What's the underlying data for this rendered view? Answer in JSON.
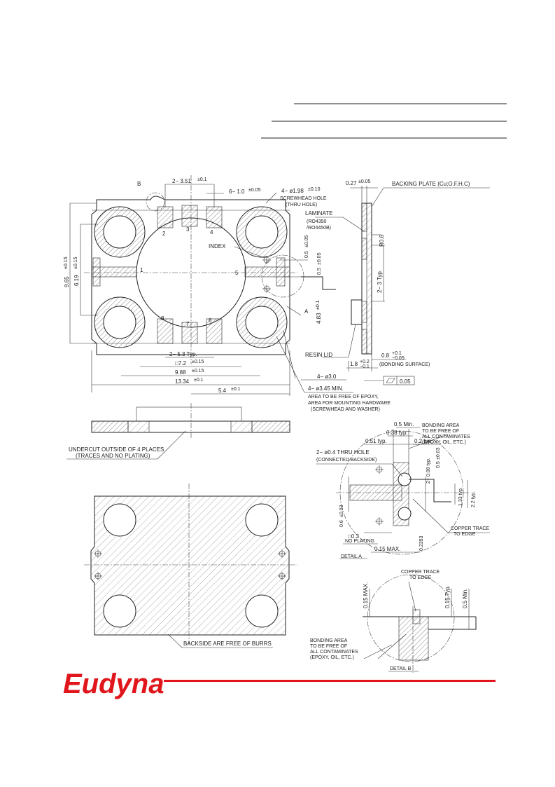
{
  "brand": {
    "logo_text": "Eudyna",
    "accent_color": "#e0161c"
  },
  "top_view": {
    "labels": {
      "b_marker": "B",
      "pitch_top": "2− 3.51",
      "pitch_top_tol": "±0.1",
      "lead_width": "6− 1.0",
      "lead_width_tol": "±0.05",
      "screw_hole": "4− ø1.98",
      "screw_hole_tol": "±0.10",
      "screw_hole_note1": "SCREWHEAD HOLE",
      "screw_hole_note2": "(THRU HOLE)",
      "pin1": "1",
      "pin2": "2",
      "pin3": "3",
      "pin4": "4",
      "pin5": "5",
      "pin6": "6",
      "pin7": "7",
      "pin8": "8",
      "index": "INDEX",
      "dim_05_a": "0.5",
      "dim_05_a_tol": "±0.05",
      "dim_05_b": "0.5",
      "dim_05_b_tol": "±0.05",
      "a_marker": "A",
      "height_outer": "9.65",
      "height_outer_tol": "±0.15",
      "height_inner": "6.19",
      "height_inner_tol": "±0.15",
      "center_height": "4.83",
      "center_height_tol": "±0.1",
      "pitch_bottom": "2− 5.3 Typ.",
      "square": "□7.2",
      "square_tol": "±0.15",
      "width_inner": "9.88",
      "width_inner_tol": "±0.15",
      "width_outer": "13.34",
      "width_outer_tol": "±0.1",
      "half_width": "5.4",
      "half_width_tol": "±0.1",
      "hole_dia": "4− ø3.0",
      "keepout": "4− ø3.45 MIN.",
      "keepout_note1": "AREA TO BE FREE OF EPOXY,",
      "keepout_note2": "AREA FOR MOUNTING HARDWARE",
      "keepout_note3": "(SCREWHEAD AND WASHER)"
    }
  },
  "side_view": {
    "labels": {
      "thickness": "0.27",
      "thickness_tol": "±0.05",
      "backing_plate": "BACKING PLATE (Cu;O.F.H.C)",
      "laminate": "LAMINATE",
      "laminate_m1": "(RO4350",
      "laminate_m2": "/RO4450B)",
      "radius": "R0.6",
      "typ_23": "2− 3 Typ.",
      "resin_lid": "RESIN LID",
      "plate_thk": "0.8",
      "plate_tol_hi": "+0.1",
      "plate_tol_lo": "−0.05",
      "total_h": "1.8",
      "total_tol_hi": "+0.2",
      "total_tol_lo": "−0.1",
      "bonding_surface": "(BONDING SURFACE)",
      "flatness": "0.05"
    }
  },
  "section_view": {
    "undercut_note1": "UNDERCUT OUTSIDE OF 4 PLACES",
    "undercut_note2": "(TRACES AND NO PLATING)"
  },
  "back_view": {
    "note": "BACKSIDE ARE FREE OF BURRS"
  },
  "detail_a": {
    "labels": {
      "min05": "0.5 Min.",
      "typ038": "0.38 typ.",
      "typ051": "0.51 typ.",
      "typ02": "0.2 typ.",
      "bond1": "BONDING AREA",
      "bond2": "TO BE FREE OF",
      "bond3": "ALL CONTAMINATES",
      "bond4": "(EPOXY, OIL, ETC.)",
      "thru_hole": "2− ø0.4 THRU HOLE",
      "connected": "(CONNECTED BACKSIDE)",
      "d208": "2− 0.08 typ.",
      "d05": "0.5",
      "d05_tol": "±0.03",
      "d133": "1.33 typ.",
      "d22": "2.2 typ.",
      "d06": "0.6",
      "d06_tol": "±0.03",
      "sq03": "□0.3",
      "no_plating": "NO PLATING",
      "d2353": "0.2353",
      "max015": "0.15 MAX.",
      "copper1": "COPPER TRACE",
      "copper2": "TO EDGE",
      "title": "DETAIL A"
    }
  },
  "detail_b": {
    "labels": {
      "copper1": "COPPER TRACE",
      "copper2": "TO EDGE",
      "max015": "0.15 MAX.",
      "typ015": "0.15 Typ.",
      "min05": "0.5 Min.",
      "bond1": "BONDING AREA",
      "bond2": "TO BE FREE OF",
      "bond3": "ALL CONTAMINATES",
      "bond4": "(EPOXY, OIL, ETC.)",
      "title": "DETAIL B"
    }
  }
}
